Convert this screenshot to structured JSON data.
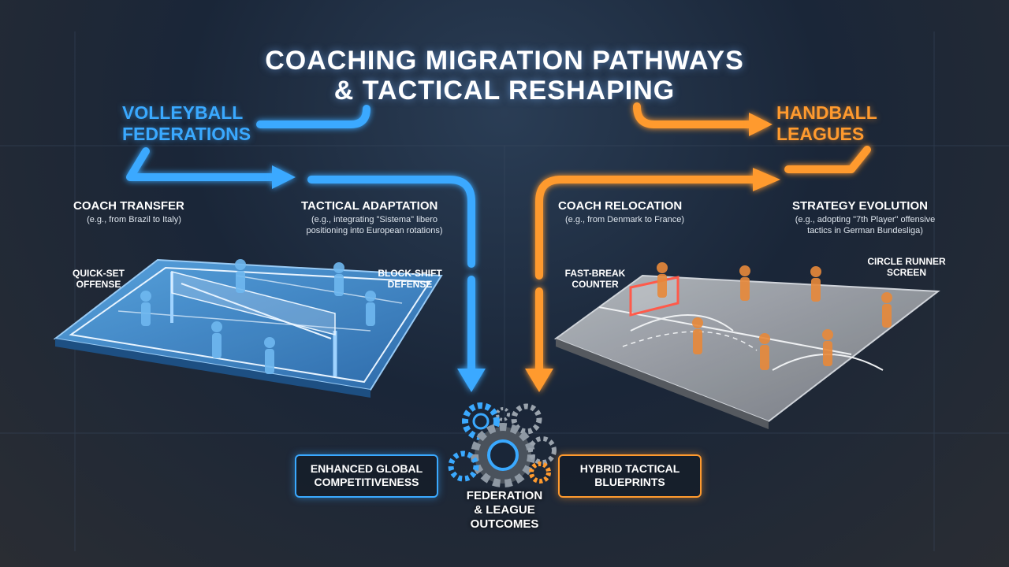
{
  "title_line1": "Coaching Migration Pathways",
  "title_line2": "& Tactical Reshaping",
  "volleyball": {
    "source_line1": "Volleyball",
    "source_line2": "Federations",
    "step1_title": "Coach Transfer",
    "step1_note": "(e.g., from Brazil to Italy)",
    "step2_title": "Tactical Adaptation",
    "step2_note_line1": "(e.g., integrating \"Sistema\" libero",
    "step2_note_line2": "positioning into European rotations)",
    "tactic1_line1": "Quick-Set",
    "tactic1_line2": "Offense",
    "tactic2_line1": "Block-Shift",
    "tactic2_line2": "Defense",
    "accent": "#3aa9ff"
  },
  "handball": {
    "source_line1": "Handball",
    "source_line2": "Leagues",
    "step1_title": "Coach Relocation",
    "step1_note": "(e.g., from Denmark to France)",
    "step2_title": "Strategy Evolution",
    "step2_note_line1": "(e.g., adopting \"7th Player\" offensive",
    "step2_note_line2": "tactics in German Bundesliga)",
    "tactic1_line1": "Fast-Break",
    "tactic1_line2": "Counter",
    "tactic2_line1": "Circle Runner",
    "tactic2_line2": "Screen",
    "accent": "#ff9a2e"
  },
  "outcomes": {
    "left_line1": "Enhanced Global",
    "left_line2": "Competitiveness",
    "right_line1": "Hybrid Tactical",
    "right_line2": "Blueprints",
    "center_line1": "Federation",
    "center_line2": "& League",
    "center_line3": "Outcomes"
  },
  "icons": [
    "gears-icon",
    "volleyball-court-icon",
    "handball-court-icon",
    "volleyball-net-icon",
    "handball-goal-icon",
    "player-figure-icon"
  ]
}
